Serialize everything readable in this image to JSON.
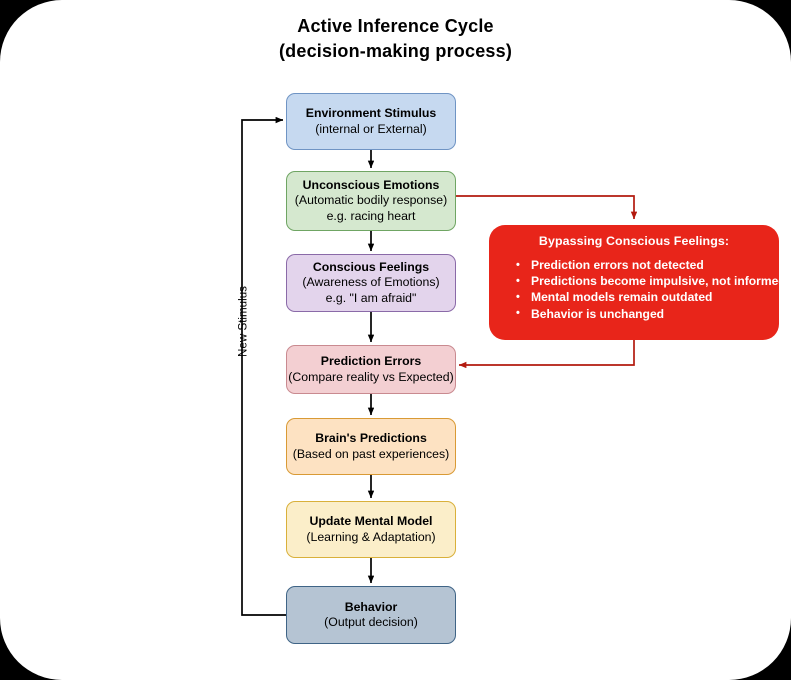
{
  "title": {
    "line1": "Active Inference Cycle",
    "line2": "(decision-making process)"
  },
  "colors": {
    "page_background": "#000000",
    "canvas": "#ffffff",
    "environment_fill": "#c6d9f0",
    "environment_border": "#6f94c4",
    "unconscious_fill": "#d5e8cf",
    "unconscious_border": "#6fa563",
    "conscious_fill": "#e3d4ec",
    "conscious_border": "#8a6aa8",
    "prediction_errors_fill": "#f3cfd2",
    "prediction_errors_border": "#c98a90",
    "brain_predictions_fill": "#fde2c2",
    "brain_predictions_border": "#d99a35",
    "update_model_fill": "#fbeec9",
    "update_model_border": "#d9b03a",
    "behavior_fill": "#b5c4d3",
    "behavior_border": "#3f6486",
    "callout_fill": "#e8251a",
    "callout_text": "#ffffff",
    "arrow_main": "#000000",
    "arrow_bypass": "#b31a0f"
  },
  "nodes": {
    "environment": {
      "line1": "Environment Stimulus",
      "line2": "(internal or External)"
    },
    "unconscious": {
      "line1": "Unconscious Emotions",
      "line2": "(Automatic bodily response)",
      "line3": "e.g. racing heart"
    },
    "conscious": {
      "line1": "Conscious Feelings",
      "line2": "(Awareness of Emotions)",
      "line3": "e.g. \"I am afraid\""
    },
    "prediction_errors": {
      "line1": "Prediction Errors",
      "line2": "(Compare reality vs Expected)"
    },
    "brain_predictions": {
      "line1": "Brain's Predictions",
      "line2": "(Based on past experiences)"
    },
    "update_model": {
      "line1": "Update Mental Model",
      "line2": "(Learning & Adaptation)"
    },
    "behavior": {
      "line1": "Behavior",
      "line2": "(Output decision)"
    }
  },
  "callout": {
    "title": "Bypassing Conscious Feelings:",
    "bullets": [
      "Prediction errors not detected",
      "Predictions become impulsive, not informed",
      "Mental models remain outdated",
      "Behavior is unchanged"
    ]
  },
  "edges": {
    "feedback_label": "New Stimulus"
  }
}
